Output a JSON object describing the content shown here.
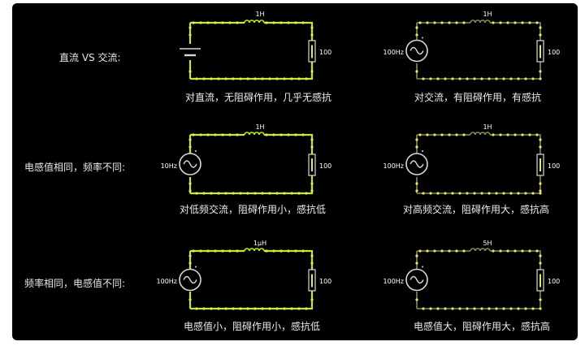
{
  "rows": [
    {
      "label": "直流 VS 交流:",
      "circuits": [
        {
          "source_type": "dc",
          "inductor": "1H",
          "resistor": "100",
          "state": "on",
          "caption": "对直流，无阻碍作用，几乎无感抗"
        },
        {
          "source_type": "ac",
          "source_label": "100Hz",
          "inductor": "1H",
          "resistor": "100",
          "state": "weak",
          "caption": "对交流，有阻碍作用，有感抗"
        }
      ]
    },
    {
      "label": "电感值相同，频率不同:",
      "circuits": [
        {
          "source_type": "ac",
          "source_label": "10Hz",
          "inductor": "1H",
          "resistor": "100",
          "state": "on",
          "caption": "对低频交流，阻碍作用小，感抗低"
        },
        {
          "source_type": "ac",
          "source_label": "100Hz",
          "inductor": "1H",
          "resistor": "100",
          "state": "weak",
          "caption": "对高频交流，阻碍作用大，感抗高"
        }
      ]
    },
    {
      "label": "频率相同，电感值不同:",
      "circuits": [
        {
          "source_type": "ac",
          "source_label": "100Hz",
          "inductor": "1μH",
          "resistor": "100",
          "state": "on",
          "caption": "电感值小，阻碍作用小，感抗低"
        },
        {
          "source_type": "ac",
          "source_label": "100Hz",
          "inductor": "5H",
          "resistor": "100",
          "state": "weak",
          "caption": "电感值大，阻碍作用大，感抗高"
        }
      ]
    }
  ],
  "colors": {
    "panel": "#000000",
    "text": "#e8e8e8",
    "wire_active": "#b8f020",
    "wire_dim": "#8a8a5a",
    "dot": "#e8e860",
    "component": "#d8d8d8"
  }
}
